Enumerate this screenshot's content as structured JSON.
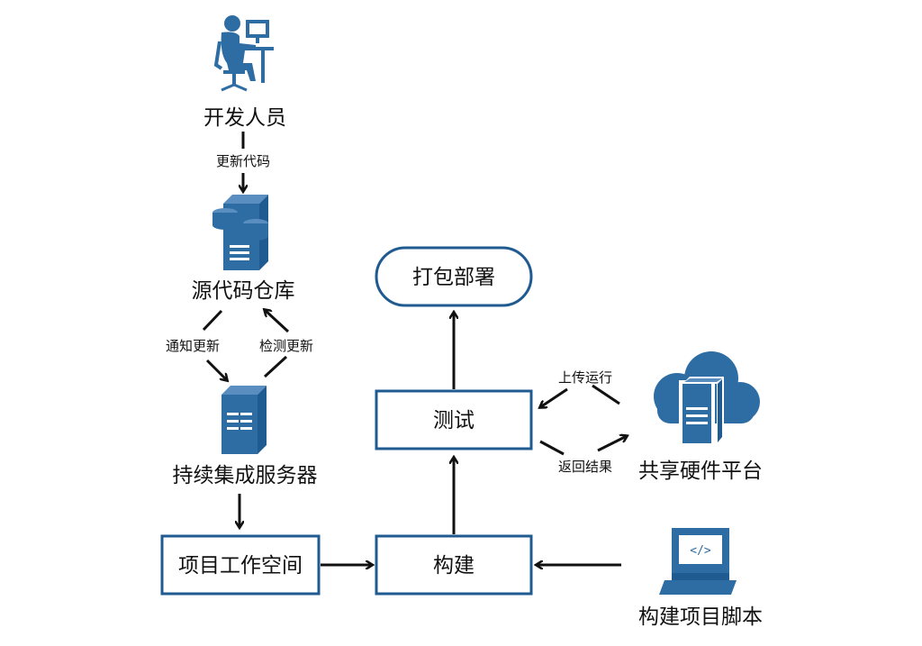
{
  "colors": {
    "icon_blue": "#2e6da4",
    "icon_dark": "#1f5a91",
    "box_border": "#1f5a91",
    "text": "#111111",
    "arrow": "#111111"
  },
  "nodes": {
    "developer": {
      "label": "开发人员",
      "icon": "developer-at-computer-icon"
    },
    "repo": {
      "label": "源代码仓库",
      "icon": "database-server-icon"
    },
    "ci_server": {
      "label": "持续集成服务器",
      "icon": "server-icon"
    },
    "workspace": {
      "label": "项目工作空间"
    },
    "build": {
      "label": "构建"
    },
    "test": {
      "label": "测试"
    },
    "deploy": {
      "label": "打包部署"
    },
    "hw_platform": {
      "label": "共享硬件平台",
      "icon": "cloud-server-icon"
    },
    "build_script": {
      "label": "构建项目脚本",
      "icon": "code-monitor-icon"
    }
  },
  "edges": {
    "update_code": "更新代码",
    "notify_update": "通知更新",
    "check_update": "检测更新",
    "upload_run": "上传运行",
    "return_result": "返回结果"
  }
}
